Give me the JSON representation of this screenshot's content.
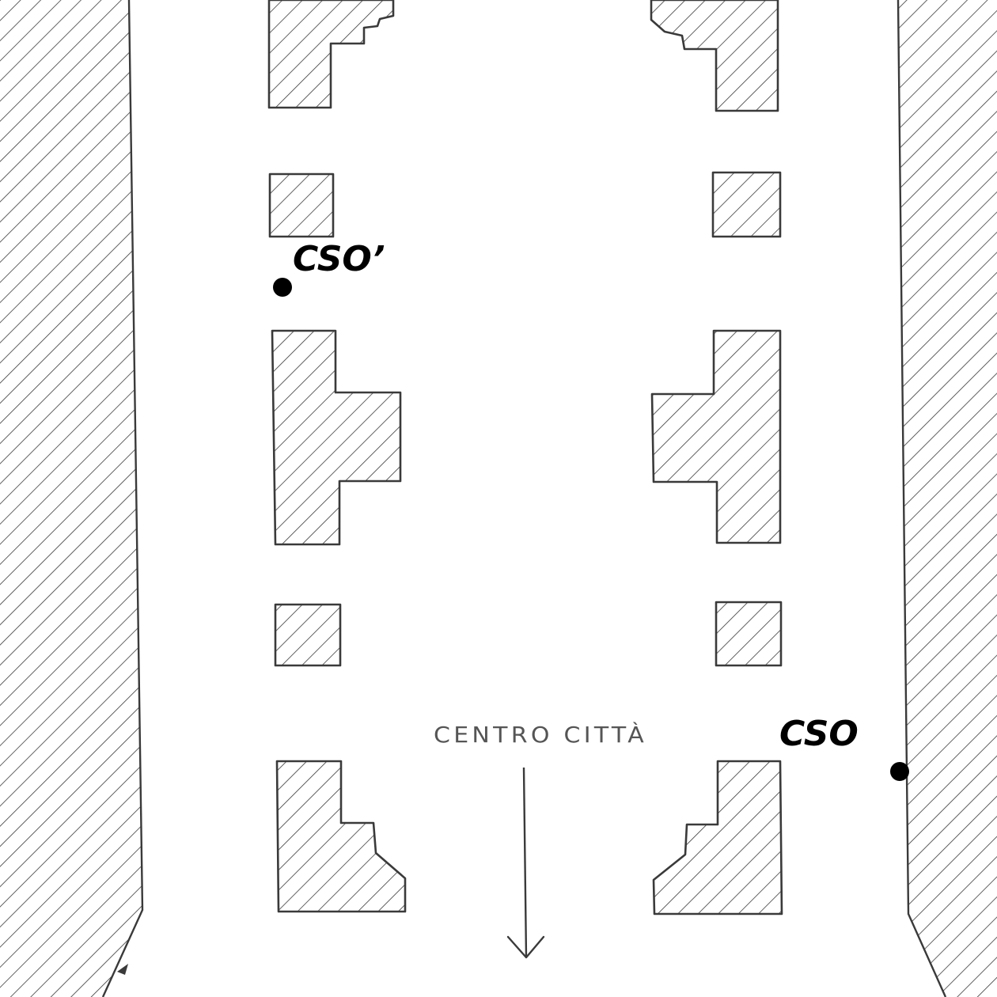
{
  "labels": {
    "cso_prime": "CSO’",
    "cso": "CSO",
    "direction": "CENTRO CITTÀ"
  },
  "colors": {
    "ink": "#3a3a3a",
    "marker": "#000000",
    "background": "#ffffff"
  },
  "icons": {
    "direction_arrow": "arrow-down-icon",
    "cso_markers": "dot-marker-icon"
  }
}
